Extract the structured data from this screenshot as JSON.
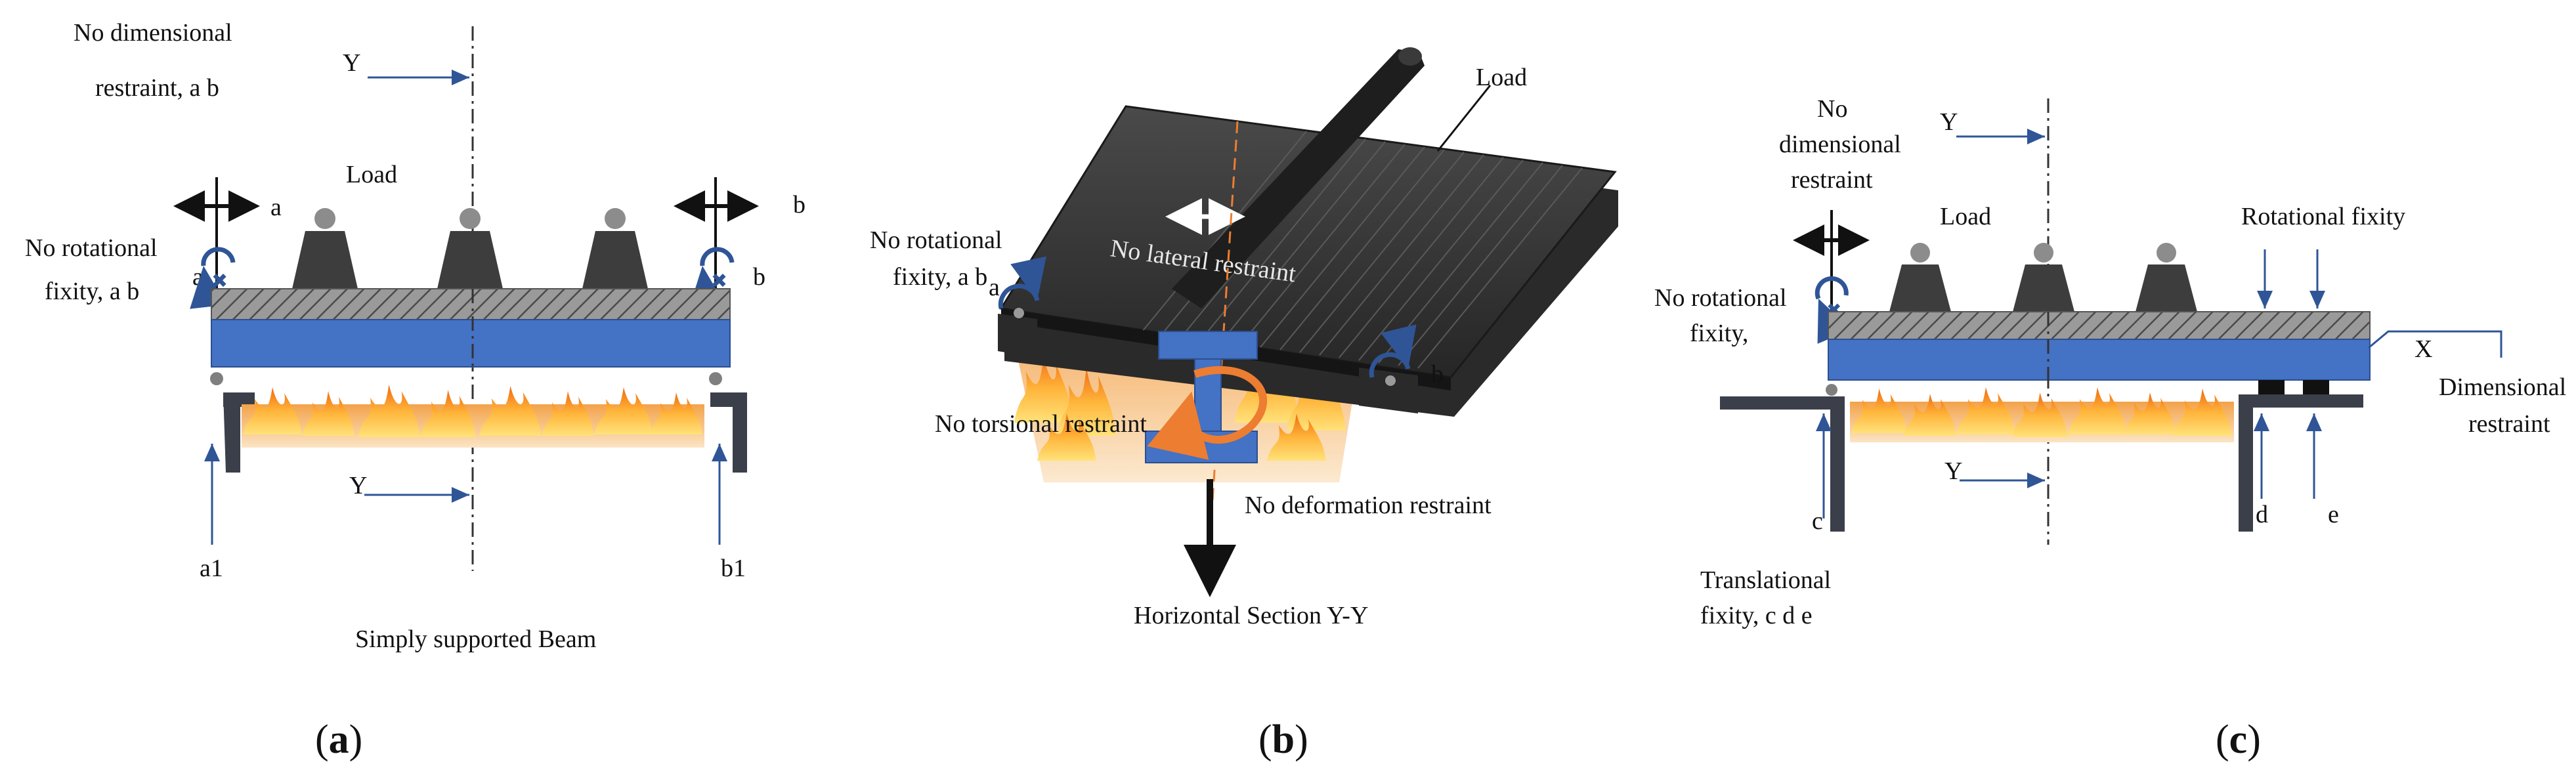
{
  "panel_a": {
    "no_dim_restraint_1": "No dimensional",
    "no_dim_restraint_2": "restraint, a b",
    "y_top": "Y",
    "load": "Load",
    "a_top": "a",
    "b_top": "b",
    "no_rot_1": "No rotational",
    "no_rot_2": "fixity, a b",
    "a_side": "a",
    "b_side": "b",
    "y_bottom": "Y",
    "a1": "a1",
    "b1": "b1",
    "title": "Simply supported Beam",
    "caption_open": "(",
    "caption_letter": "a",
    "caption_close": ")"
  },
  "panel_b": {
    "load": "Load",
    "no_rot_1": "No rotational",
    "no_rot_2": "fixity, a b",
    "a_label": "a",
    "no_lateral": "No lateral restraint",
    "b_label": "b",
    "no_torsional": "No torsional restraint",
    "no_deformation": "No deformation restraint",
    "section": "Horizontal Section Y-Y",
    "caption_open": "(",
    "caption_letter": "b",
    "caption_close": ")"
  },
  "panel_c": {
    "no_dim_1": "No",
    "no_dim_2": "dimensional",
    "no_dim_3": "restraint",
    "y_top": "Y",
    "load": "Load",
    "rotational_fixity": "Rotational fixity",
    "no_rot_1": "No rotational",
    "no_rot_2": "fixity,",
    "x_label": "X",
    "dim_restraint_1": "Dimensional",
    "dim_restraint_2": "restraint",
    "y_bottom": "Y",
    "c_label": "c",
    "d_label": "d",
    "e_label": "e",
    "trans_1": "Translational",
    "trans_2": "fixity, c d e",
    "caption_open": "(",
    "caption_letter": "c",
    "caption_close": ")"
  },
  "colors": {
    "beam_blue": "#4472c4",
    "slab_gray": "#8a8a8a",
    "load_dark": "#3d3d3d",
    "arrow_blue": "#2f5597",
    "fire_orange": "#f08a1c",
    "fire_yellow": "#ffd447",
    "torsion_orange": "#ed7d31"
  }
}
